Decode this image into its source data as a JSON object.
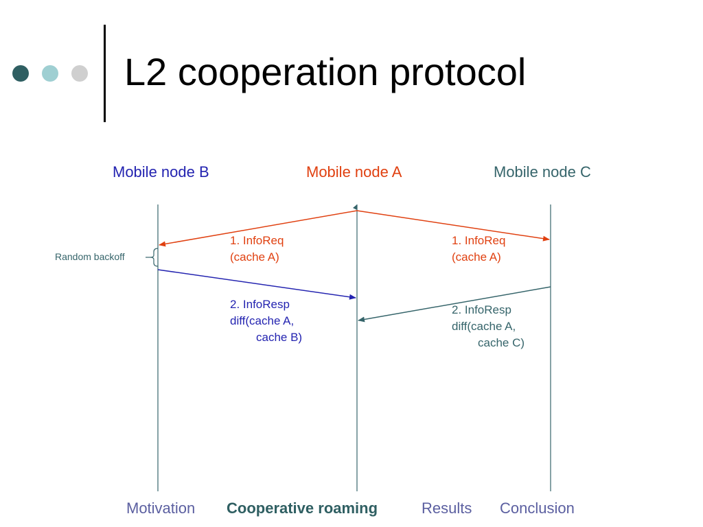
{
  "title": "L2 cooperation protocol",
  "nodes": {
    "b": "Mobile node B",
    "a": "Mobile node A",
    "c": "Mobile node C"
  },
  "messages": {
    "req_b": {
      "line1": "1. InfoReq",
      "line2": "(cache A)"
    },
    "req_c": {
      "line1": "1. InfoReq",
      "line2": "(cache A)"
    },
    "resp_b": {
      "line1": "2. InfoResp",
      "line2": "diff(cache A,",
      "line3": "cache B)"
    },
    "resp_c": {
      "line1": "2. InfoResp",
      "line2": "diff(cache A,",
      "line3": "cache C)"
    }
  },
  "backoff_label": "Random backoff",
  "nav": [
    "Motivation",
    "Cooperative roaming",
    "Results",
    "Conclusion"
  ],
  "colors": {
    "node_a": "#e04010",
    "node_b": "#2323b0",
    "node_c": "#35646a",
    "lifeline": "#35646a",
    "nav_current": "#2f5f62",
    "nav_other": "#5b5fa0"
  }
}
